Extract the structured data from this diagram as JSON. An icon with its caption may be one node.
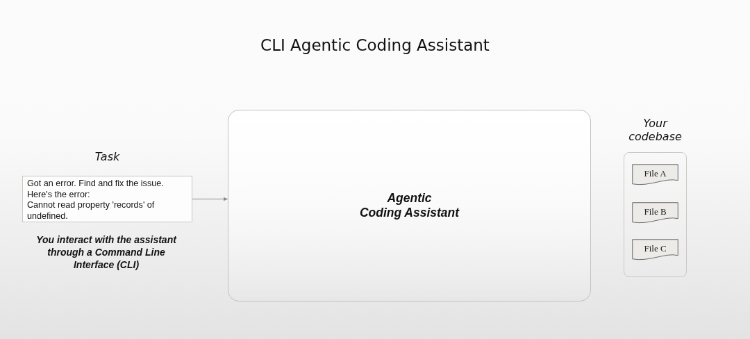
{
  "diagram": {
    "title": "CLI Agentic Coding Assistant",
    "nodes": [
      {
        "text": [
          "Task",
          "Got an error. Find and fix the issue. Here's the error:",
          "Cannot read property 'records' of undefined."
        ],
        "beside": [
          "You interact with the assistant through a Command Line Interface (CLI)"
        ]
      },
      {
        "text": [
          "Agentic Coding Assistant"
        ]
      },
      {
        "text": [
          "Your codebase"
        ]
      },
      {
        "text": [
          "File A"
        ],
        "in": 2
      },
      {
        "text": [
          "File B"
        ],
        "in": 2
      },
      {
        "text": [
          "File C"
        ],
        "in": 2
      }
    ],
    "edges": [
      {
        "from": 0,
        "to": 1,
        "arrow": "to"
      }
    ]
  }
}
